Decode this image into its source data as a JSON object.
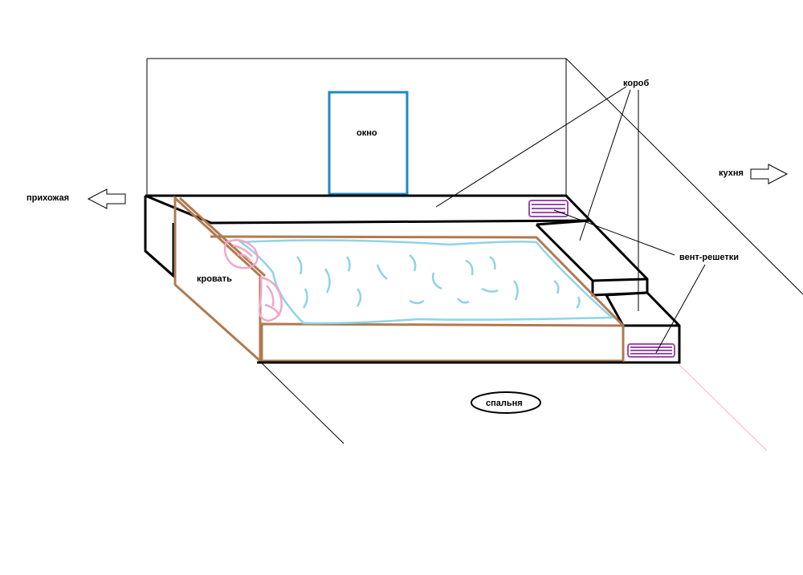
{
  "labels": {
    "window": "окно",
    "hallway": "прихожая",
    "kitchen": "кухня",
    "bed": "кровать",
    "box": "короб",
    "vents": "вент-решетки",
    "bedroom": "спальня"
  },
  "colors": {
    "outline": "#000000",
    "window_frame": "#1e88c8",
    "bed_frame": "#b07a50",
    "blanket": "#8fd3e8",
    "pillow": "#f3a6c8",
    "vent": "#9b4db0",
    "floor_line": "#f0b8c8"
  },
  "icons": {
    "hallway_arrow": "arrow-left-outline-icon",
    "kitchen_arrow": "arrow-right-outline-icon"
  }
}
